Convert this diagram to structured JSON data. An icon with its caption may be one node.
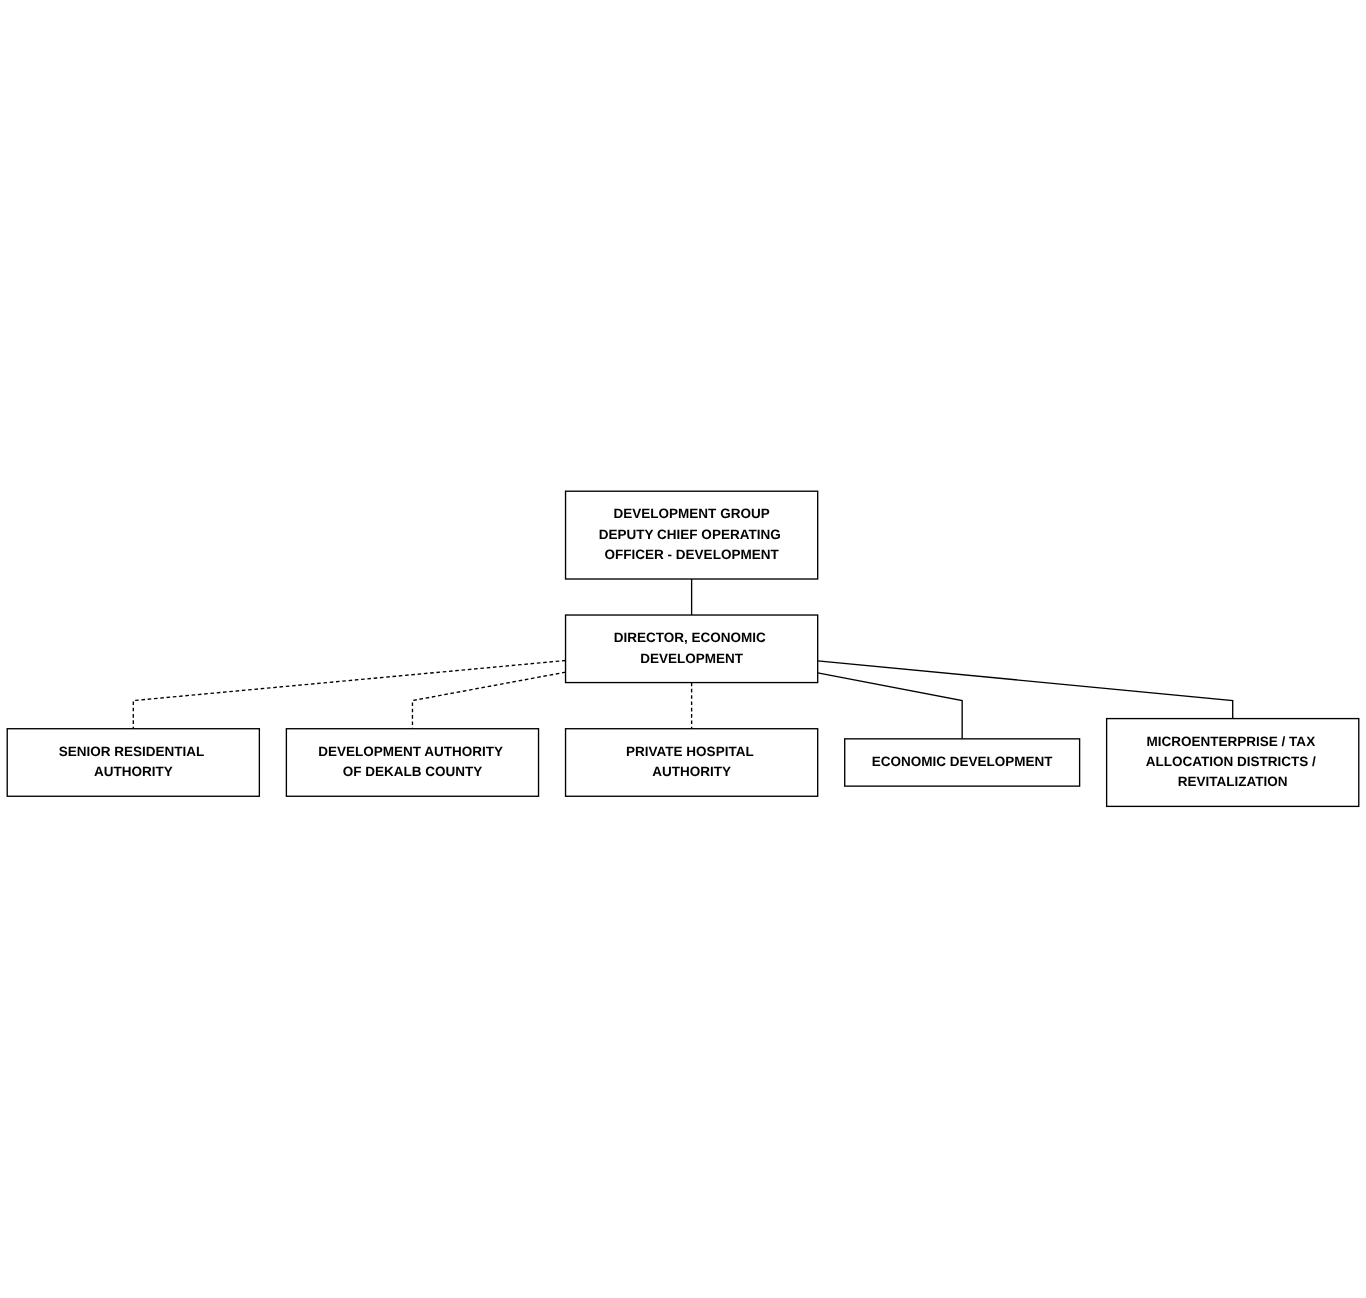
{
  "diagram": {
    "nodes": [
      {
        "text": [
          "DEVELOPMENT GROUP",
          "DEPUTY CHIEF OPERATING OFFICER - DEVELOPMENT"
        ]
      },
      {
        "text": [
          "DIRECTOR, ECONOMIC DEVELOPMENT"
        ]
      },
      {
        "text": [
          "SENIOR RESIDENTIAL AUTHORITY"
        ]
      },
      {
        "text": [
          "DEVELOPMENT AUTHORITY OF DEKALB COUNTY"
        ]
      },
      {
        "text": [
          "PRIVATE HOSPITAL AUTHORITY"
        ]
      },
      {
        "text": [
          "ECONOMIC DEVELOPMENT"
        ]
      },
      {
        "text": [
          "MICROENTERPRISE / TAX ALLOCATION DISTRICTS / REVITALIZATION"
        ]
      }
    ],
    "edges": [
      {
        "from": 0,
        "to": 1,
        "arrow": "none"
      },
      {
        "from": 1,
        "to": 2,
        "arrow": "none",
        "style": "dashed"
      },
      {
        "from": 1,
        "to": 3,
        "arrow": "none",
        "style": "dashed"
      },
      {
        "from": 1,
        "to": 4,
        "arrow": "none",
        "style": "dashed"
      },
      {
        "from": 1,
        "to": 5,
        "arrow": "none"
      },
      {
        "from": 1,
        "to": 6,
        "arrow": "none"
      }
    ]
  }
}
